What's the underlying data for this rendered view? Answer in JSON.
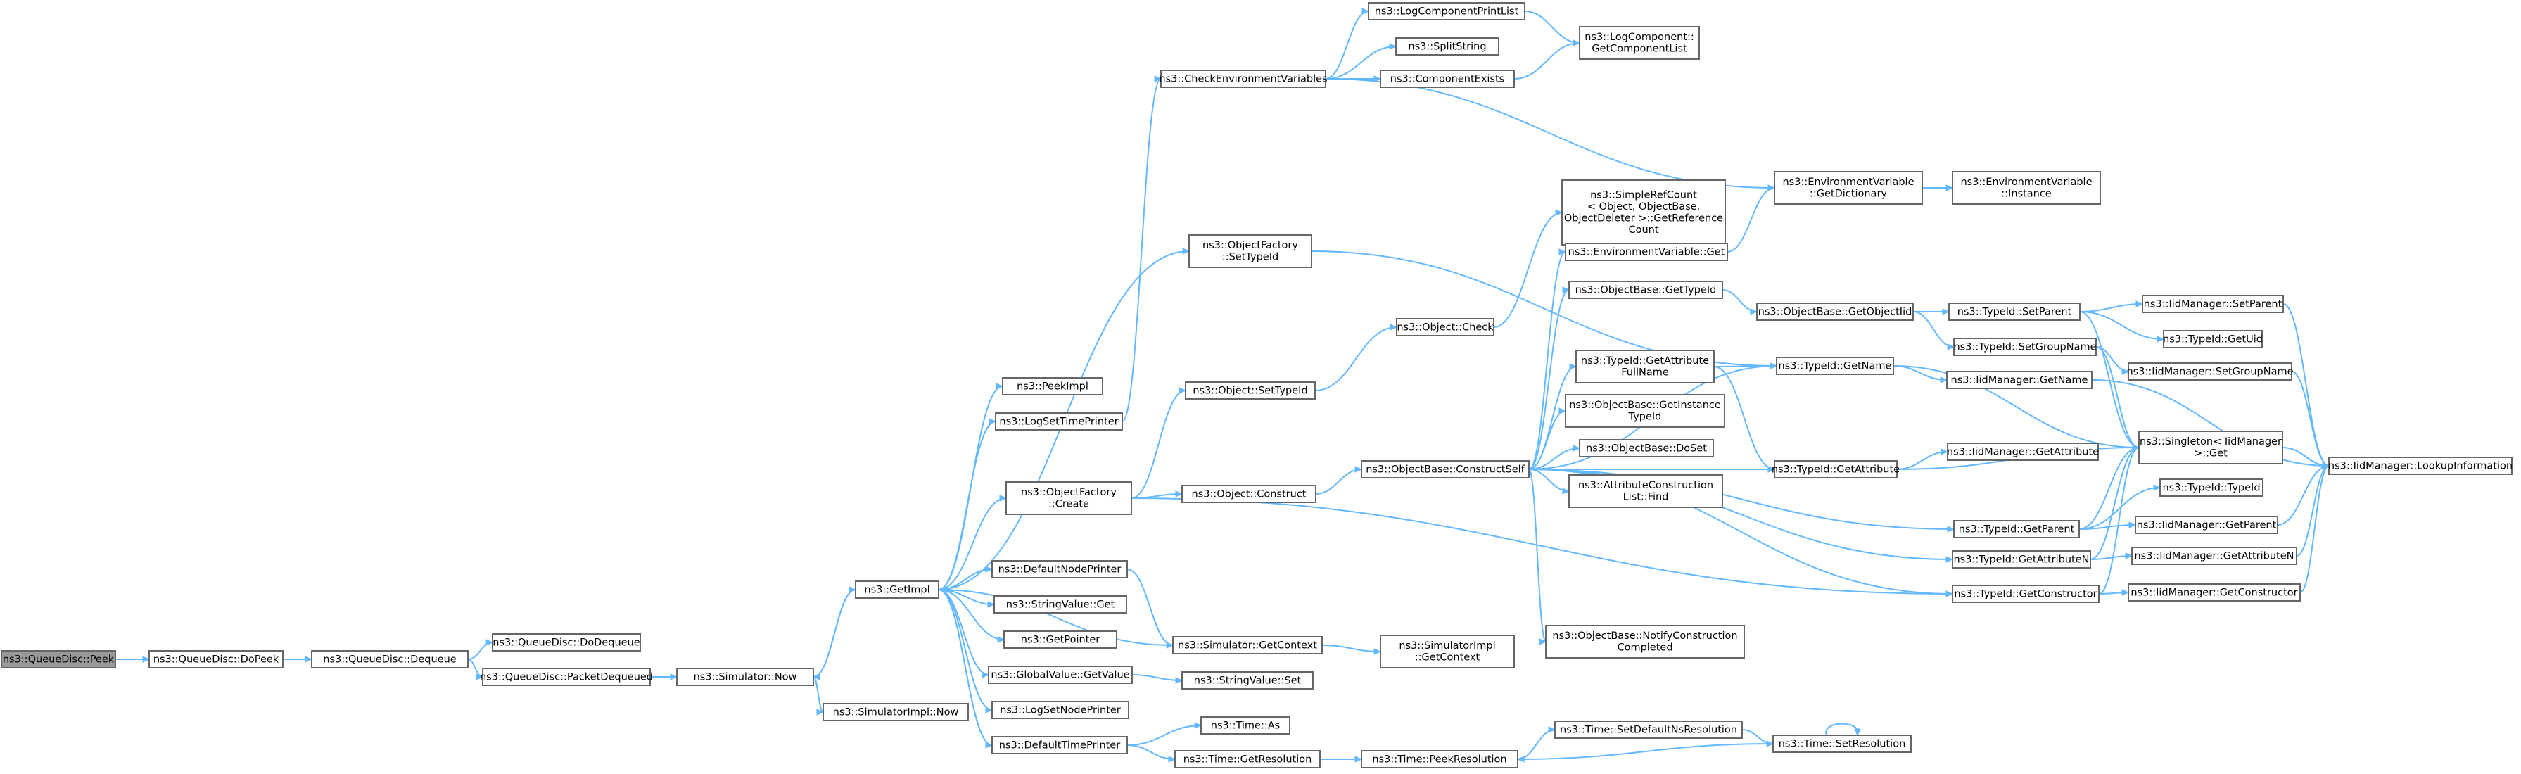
{
  "graph": {
    "root": "n0",
    "colors": {
      "edge": "#63b8ff",
      "node_border": "#666666",
      "root_fill": "#999999",
      "node_fill": "#ffffff"
    },
    "nodes": [
      {
        "id": "n0",
        "lines": [
          "ns3::QueueDisc::Peek"
        ]
      },
      {
        "id": "n1",
        "lines": [
          "ns3::QueueDisc::DoPeek"
        ]
      },
      {
        "id": "n2",
        "lines": [
          "ns3::QueueDisc::Dequeue"
        ]
      },
      {
        "id": "n3",
        "lines": [
          "ns3::QueueDisc::DoDequeue"
        ]
      },
      {
        "id": "n4",
        "lines": [
          "ns3::QueueDisc::PacketDequeued"
        ]
      },
      {
        "id": "n5",
        "lines": [
          "ns3::Simulator::Now"
        ]
      },
      {
        "id": "n6",
        "lines": [
          "ns3::GetImpl"
        ]
      },
      {
        "id": "n7",
        "lines": [
          "ns3::SimulatorImpl::Now"
        ]
      },
      {
        "id": "n8",
        "lines": [
          "ns3::PeekImpl"
        ]
      },
      {
        "id": "n9",
        "lines": [
          "ns3::LogSetTimePrinter"
        ]
      },
      {
        "id": "n10",
        "lines": [
          "ns3::CheckEnvironmentVariables"
        ]
      },
      {
        "id": "n11",
        "lines": [
          "ns3::ObjectFactory",
          "::SetTypeId"
        ]
      },
      {
        "id": "n12",
        "lines": [
          "ns3::ObjectFactory",
          "::Create"
        ]
      },
      {
        "id": "n13",
        "lines": [
          "ns3::DefaultNodePrinter"
        ]
      },
      {
        "id": "n14",
        "lines": [
          "ns3::StringValue::Get"
        ]
      },
      {
        "id": "n15",
        "lines": [
          "ns3::GetPointer"
        ]
      },
      {
        "id": "n16",
        "lines": [
          "ns3::GlobalValue::GetValue"
        ]
      },
      {
        "id": "n17",
        "lines": [
          "ns3::LogSetNodePrinter"
        ]
      },
      {
        "id": "n18",
        "lines": [
          "ns3::DefaultTimePrinter"
        ]
      },
      {
        "id": "n19",
        "lines": [
          "ns3::LogComponentPrintList"
        ]
      },
      {
        "id": "n20",
        "lines": [
          "ns3::SplitString"
        ]
      },
      {
        "id": "n21",
        "lines": [
          "ns3::ComponentExists"
        ]
      },
      {
        "id": "n22",
        "lines": [
          "ns3::LogComponent::",
          "GetComponentList"
        ]
      },
      {
        "id": "n23",
        "lines": [
          "ns3::EnvironmentVariable",
          "::GetDictionary"
        ]
      },
      {
        "id": "n24",
        "lines": [
          "ns3::EnvironmentVariable",
          "::Instance"
        ]
      },
      {
        "id": "n25",
        "lines": [
          "ns3::Object::SetTypeId"
        ]
      },
      {
        "id": "n26",
        "lines": [
          "ns3::Object::Construct"
        ]
      },
      {
        "id": "n27",
        "lines": [
          "ns3::Object::Check"
        ]
      },
      {
        "id": "n28",
        "lines": [
          "ns3::ObjectBase::ConstructSelf"
        ]
      },
      {
        "id": "n29",
        "lines": [
          "ns3::SimpleRefCount",
          "< Object, ObjectBase,",
          "ObjectDeleter >::GetReference",
          "Count"
        ]
      },
      {
        "id": "n30",
        "lines": [
          "ns3::EnvironmentVariable::Get"
        ]
      },
      {
        "id": "n31",
        "lines": [
          "ns3::ObjectBase::GetTypeId"
        ]
      },
      {
        "id": "n32",
        "lines": [
          "ns3::TypeId::GetAttribute",
          "FullName"
        ]
      },
      {
        "id": "n33",
        "lines": [
          "ns3::ObjectBase::GetInstance",
          "TypeId"
        ]
      },
      {
        "id": "n34",
        "lines": [
          "ns3::ObjectBase::DoSet"
        ]
      },
      {
        "id": "n35",
        "lines": [
          "ns3::AttributeConstruction",
          "List::Find"
        ]
      },
      {
        "id": "n36",
        "lines": [
          "ns3::ObjectBase::NotifyConstruction",
          "Completed"
        ]
      },
      {
        "id": "n37",
        "lines": [
          "ns3::Simulator::GetContext"
        ]
      },
      {
        "id": "n38",
        "lines": [
          "ns3::SimulatorImpl",
          "::GetContext"
        ]
      },
      {
        "id": "n39",
        "lines": [
          "ns3::StringValue::Set"
        ]
      },
      {
        "id": "n40",
        "lines": [
          "ns3::Time::As"
        ]
      },
      {
        "id": "n41",
        "lines": [
          "ns3::Time::GetResolution"
        ]
      },
      {
        "id": "n42",
        "lines": [
          "ns3::Time::PeekResolution"
        ]
      },
      {
        "id": "n43",
        "lines": [
          "ns3::Time::SetDefaultNsResolution"
        ]
      },
      {
        "id": "n44",
        "lines": [
          "ns3::Time::SetResolution"
        ]
      },
      {
        "id": "n45",
        "lines": [
          "ns3::ObjectBase::GetObjectIid"
        ]
      },
      {
        "id": "n46",
        "lines": [
          "ns3::TypeId::GetName"
        ]
      },
      {
        "id": "n47",
        "lines": [
          "ns3::TypeId::GetAttribute"
        ]
      },
      {
        "id": "n48",
        "lines": [
          "ns3::TypeId::GetParent"
        ]
      },
      {
        "id": "n49",
        "lines": [
          "ns3::TypeId::GetAttributeN"
        ]
      },
      {
        "id": "n50",
        "lines": [
          "ns3::TypeId::GetConstructor"
        ]
      },
      {
        "id": "n51",
        "lines": [
          "ns3::TypeId::SetParent"
        ]
      },
      {
        "id": "n52",
        "lines": [
          "ns3::TypeId::SetGroupName"
        ]
      },
      {
        "id": "n53",
        "lines": [
          "ns3::IidManager::GetName"
        ]
      },
      {
        "id": "n54",
        "lines": [
          "ns3::IidManager::GetAttribute"
        ]
      },
      {
        "id": "n55",
        "lines": [
          "ns3::Singleton< IidManager",
          ">::Get"
        ]
      },
      {
        "id": "n56",
        "lines": [
          "ns3::TypeId::TypeId"
        ]
      },
      {
        "id": "n57",
        "lines": [
          "ns3::IidManager::GetParent"
        ]
      },
      {
        "id": "n58",
        "lines": [
          "ns3::IidManager::GetAttributeN"
        ]
      },
      {
        "id": "n59",
        "lines": [
          "ns3::IidManager::GetConstructor"
        ]
      },
      {
        "id": "n60",
        "lines": [
          "ns3::IidManager::SetParent"
        ]
      },
      {
        "id": "n61",
        "lines": [
          "ns3::TypeId::GetUid"
        ]
      },
      {
        "id": "n62",
        "lines": [
          "ns3::IidManager::SetGroupName"
        ]
      },
      {
        "id": "n63",
        "lines": [
          "ns3::IidManager::LookupInformation"
        ]
      }
    ],
    "edges": [
      [
        "n0",
        "n1"
      ],
      [
        "n1",
        "n2"
      ],
      [
        "n2",
        "n3"
      ],
      [
        "n2",
        "n4"
      ],
      [
        "n4",
        "n5"
      ],
      [
        "n5",
        "n6"
      ],
      [
        "n5",
        "n7"
      ],
      [
        "n6",
        "n8"
      ],
      [
        "n6",
        "n9"
      ],
      [
        "n6",
        "n12"
      ],
      [
        "n6",
        "n13"
      ],
      [
        "n6",
        "n14"
      ],
      [
        "n6",
        "n15"
      ],
      [
        "n6",
        "n16"
      ],
      [
        "n6",
        "n17"
      ],
      [
        "n6",
        "n18"
      ],
      [
        "n6",
        "n37"
      ],
      [
        "n6",
        "n11"
      ],
      [
        "n9",
        "n10"
      ],
      [
        "n10",
        "n19"
      ],
      [
        "n10",
        "n20"
      ],
      [
        "n10",
        "n21"
      ],
      [
        "n10",
        "n23"
      ],
      [
        "n19",
        "n22"
      ],
      [
        "n21",
        "n22"
      ],
      [
        "n23",
        "n24"
      ],
      [
        "n11",
        "n46"
      ],
      [
        "n12",
        "n25"
      ],
      [
        "n12",
        "n26"
      ],
      [
        "n12",
        "n50"
      ],
      [
        "n25",
        "n27"
      ],
      [
        "n27",
        "n29"
      ],
      [
        "n26",
        "n28"
      ],
      [
        "n28",
        "n30"
      ],
      [
        "n28",
        "n31"
      ],
      [
        "n28",
        "n32"
      ],
      [
        "n28",
        "n33"
      ],
      [
        "n28",
        "n34"
      ],
      [
        "n28",
        "n35"
      ],
      [
        "n28",
        "n36"
      ],
      [
        "n28",
        "n46"
      ],
      [
        "n28",
        "n47"
      ],
      [
        "n28",
        "n48"
      ],
      [
        "n28",
        "n49"
      ],
      [
        "n28",
        "n50"
      ],
      [
        "n30",
        "n23"
      ],
      [
        "n31",
        "n45"
      ],
      [
        "n32",
        "n46"
      ],
      [
        "n32",
        "n47"
      ],
      [
        "n45",
        "n51"
      ],
      [
        "n45",
        "n52"
      ],
      [
        "n46",
        "n53"
      ],
      [
        "n46",
        "n55"
      ],
      [
        "n47",
        "n54"
      ],
      [
        "n47",
        "n55"
      ],
      [
        "n48",
        "n55"
      ],
      [
        "n48",
        "n56"
      ],
      [
        "n48",
        "n57"
      ],
      [
        "n49",
        "n55"
      ],
      [
        "n49",
        "n58"
      ],
      [
        "n50",
        "n55"
      ],
      [
        "n50",
        "n59"
      ],
      [
        "n51",
        "n60"
      ],
      [
        "n51",
        "n61"
      ],
      [
        "n51",
        "n55"
      ],
      [
        "n52",
        "n62"
      ],
      [
        "n52",
        "n55"
      ],
      [
        "n53",
        "n63"
      ],
      [
        "n55",
        "n63"
      ],
      [
        "n57",
        "n63"
      ],
      [
        "n58",
        "n63"
      ],
      [
        "n59",
        "n63"
      ],
      [
        "n60",
        "n63"
      ],
      [
        "n62",
        "n63"
      ],
      [
        "n37",
        "n38"
      ],
      [
        "n13",
        "n37"
      ],
      [
        "n16",
        "n39"
      ],
      [
        "n18",
        "n6"
      ],
      [
        "n18",
        "n40"
      ],
      [
        "n18",
        "n41"
      ],
      [
        "n41",
        "n42"
      ],
      [
        "n42",
        "n43"
      ],
      [
        "n43",
        "n44"
      ],
      [
        "n44",
        "n42"
      ],
      [
        "n44",
        "n44"
      ],
      [
        "n6",
        "n5"
      ]
    ]
  }
}
